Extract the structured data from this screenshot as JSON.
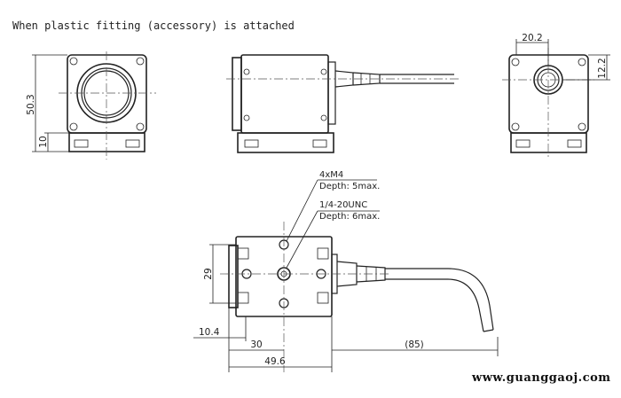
{
  "caption": "When plastic fitting (accessory) is attached",
  "dimensions": {
    "front_height": "50.3",
    "front_base": "10",
    "side_width": "20.2",
    "side_offset": "12.2",
    "bottom_height": "29",
    "bottom_lens": "10.4",
    "bottom_hole": "30",
    "bottom_length": "49.6",
    "cable_length": "(85)"
  },
  "notes": {
    "m4_label": "4xM4",
    "m4_depth": "Depth: 5max.",
    "unc_label": "1/4-20UNC",
    "unc_depth": "Depth: 6max."
  },
  "watermark": "www.guanggaoj.com"
}
